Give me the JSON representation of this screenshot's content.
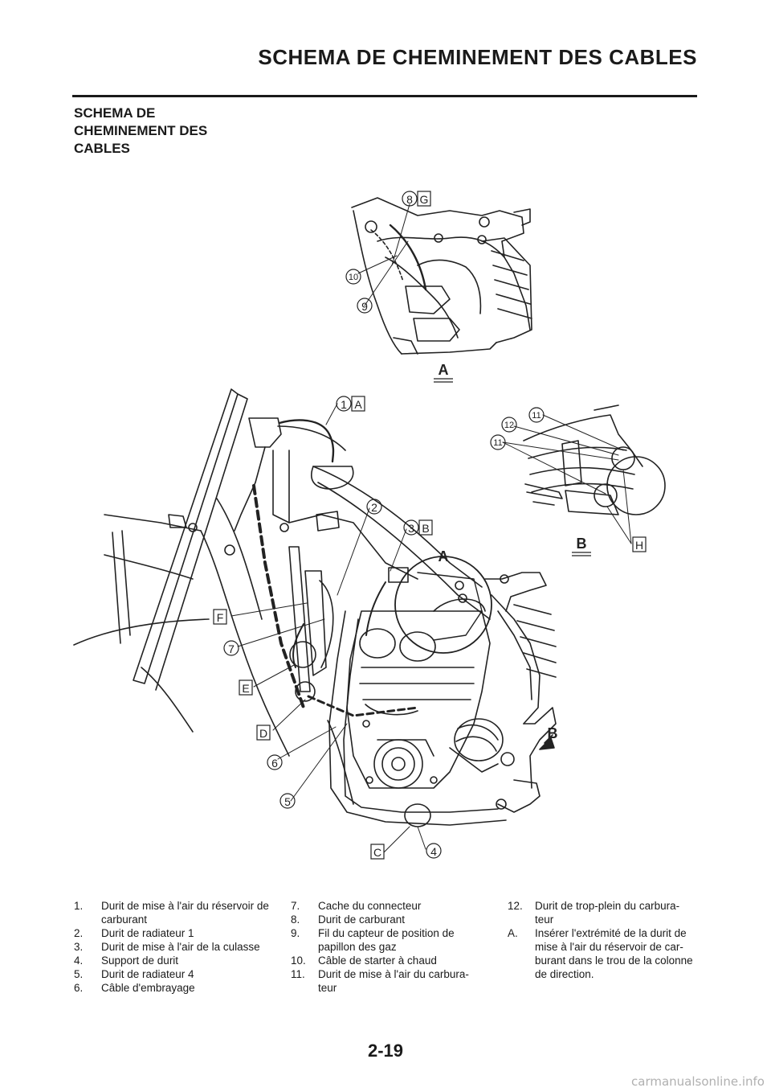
{
  "header": {
    "title": "SCHEMA DE CHEMINEMENT DES CABLES"
  },
  "section": {
    "title": "SCHEMA DE CHEMINEMENT DES CABLES"
  },
  "callouts": {
    "n1": "1",
    "n2": "2",
    "n3": "3",
    "n4": "4",
    "n5": "5",
    "n6": "6",
    "n7": "7",
    "n8": "8",
    "n9": "9",
    "n10": "10",
    "n11": "11",
    "n12": "12",
    "lA": "A",
    "lB": "B",
    "lC": "C",
    "lD": "D",
    "lE": "E",
    "lF": "F",
    "lG": "G",
    "lH": "H"
  },
  "views": {
    "A": "A",
    "B": "B"
  },
  "legend": {
    "col1": [
      {
        "num": "1.",
        "text": "Durit de mise à l'air du réservoir de carburant"
      },
      {
        "num": "2.",
        "text": "Durit de radiateur 1"
      },
      {
        "num": "3.",
        "text": "Durit de mise à l'air de la culasse"
      },
      {
        "num": "4.",
        "text": "Support de durit"
      },
      {
        "num": "5.",
        "text": "Durit de radiateur 4"
      },
      {
        "num": "6.",
        "text": "Câble d'embrayage"
      }
    ],
    "col2": [
      {
        "num": "7.",
        "text": "Cache du connecteur"
      },
      {
        "num": "8.",
        "text": "Durit de carburant"
      },
      {
        "num": "9.",
        "text": "Fil du capteur de position de papillon des gaz"
      },
      {
        "num": "10.",
        "text": "Câble de starter à chaud"
      },
      {
        "num": "11.",
        "text": "Durit de mise à l'air du carbura-teur"
      }
    ],
    "col3": [
      {
        "num": "12.",
        "text": "Durit de trop-plein du carbura-teur"
      },
      {
        "num": "A.",
        "text": "Insérer l'extrémité de la durit de mise à l'air du réservoir de car-burant dans le trou de la colonne de direction."
      }
    ]
  },
  "footer": {
    "page_number": "2-19",
    "watermark": "carmanualsonline.info"
  }
}
